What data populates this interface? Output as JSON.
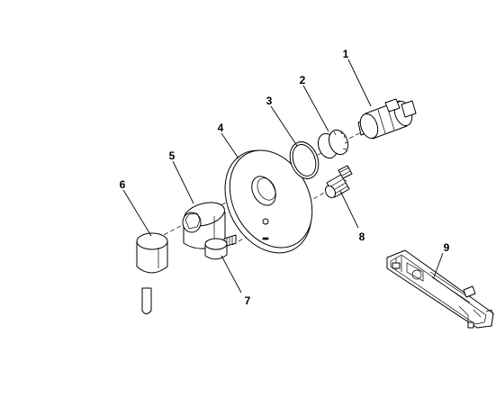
{
  "diagram": {
    "type": "exploded-parts-view",
    "line_color": "#000000",
    "background": "#ffffff"
  },
  "parts": [
    {
      "number": "1",
      "icon": "cartridge-icon"
    },
    {
      "number": "2",
      "icon": "cartridge-nut-icon"
    },
    {
      "number": "3",
      "icon": "o-ring-icon"
    },
    {
      "number": "4",
      "icon": "cover-plate-icon"
    },
    {
      "number": "5",
      "icon": "sleeve-icon"
    },
    {
      "number": "6",
      "icon": "lever-handle-icon"
    },
    {
      "number": "7",
      "icon": "diverter-knob-icon"
    },
    {
      "number": "8",
      "icon": "diverter-cartridge-icon"
    },
    {
      "number": "9",
      "icon": "installation-template-icon"
    }
  ]
}
